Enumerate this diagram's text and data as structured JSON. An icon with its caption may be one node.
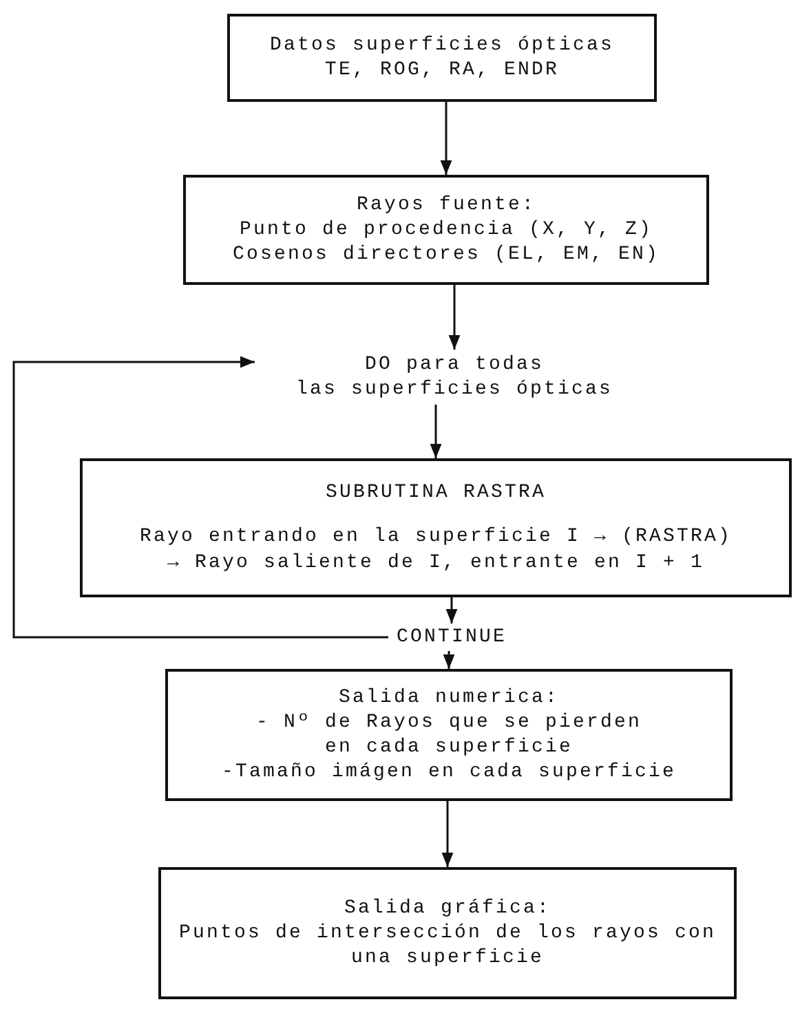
{
  "diagram": {
    "nodes": [
      {
        "text": [
          "Datos superficies ópticas",
          "TE, ROG, RA, ENDR"
        ]
      },
      {
        "text": [
          "Rayos fuente:",
          "Punto de procedencia (X, Y, Z)",
          "Cosenos directores (EL, EM, EN)"
        ]
      },
      {
        "text": [
          "DO para todas",
          "las superficies ópticas"
        ]
      },
      {
        "text": [
          "SUBRUTINA RASTRA",
          "Rayo entrando en la superficie I → (RASTRA)",
          "→ Rayo saliente de I, entrante en I + 1"
        ]
      },
      {
        "text": [
          "CONTINUE"
        ]
      },
      {
        "text": [
          "Salida numerica:",
          "- Nº de Rayos que se pierden en cada superficie",
          "-Tamaño imágen en cada superficie"
        ]
      },
      {
        "text": [
          "Salida gráfica:",
          "Puntos de intersección de los rayos con una superficie"
        ]
      }
    ],
    "edges": [
      {
        "from": 0,
        "to": 1,
        "arrow": "to"
      },
      {
        "from": 1,
        "to": 2,
        "arrow": "to"
      },
      {
        "from": 2,
        "to": 3,
        "arrow": "to"
      },
      {
        "from": 3,
        "to": 4,
        "arrow": "to"
      },
      {
        "from": 4,
        "to": 2,
        "arrow": "to"
      },
      {
        "from": 4,
        "to": 5,
        "arrow": "to"
      },
      {
        "from": 5,
        "to": 6,
        "arrow": "to"
      }
    ]
  }
}
